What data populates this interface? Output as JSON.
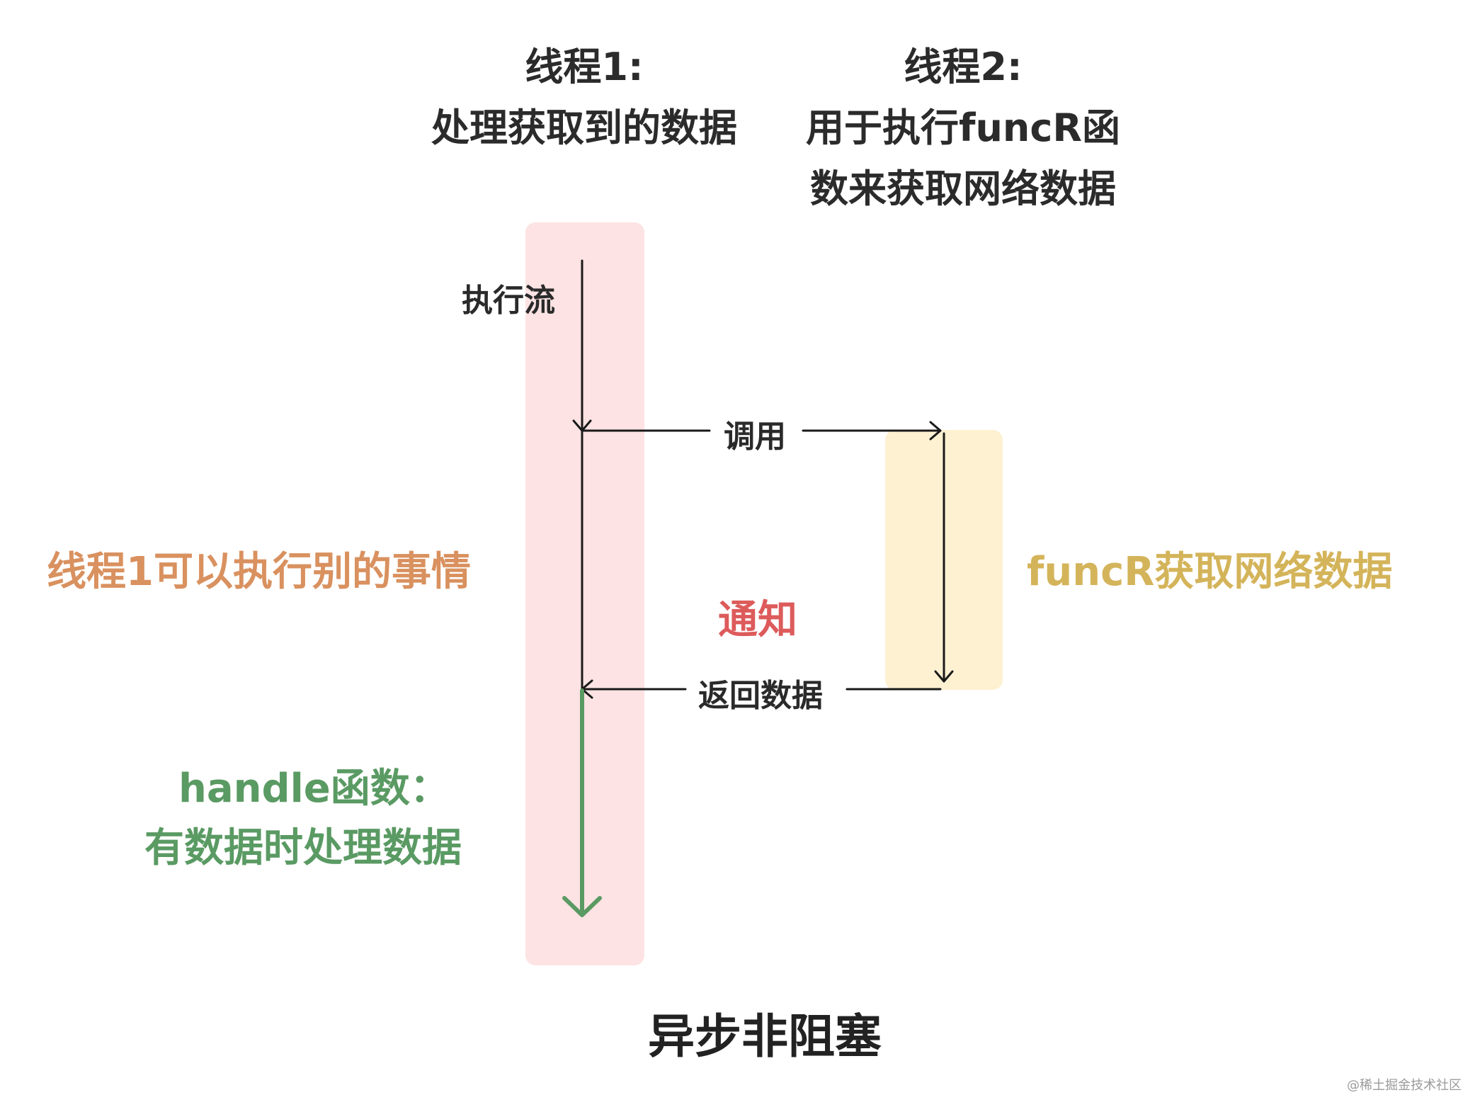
{
  "thread1": {
    "title": "线程1:",
    "desc": "处理获取到的数据"
  },
  "thread2": {
    "title": "线程2:",
    "desc_line1": "用于执行funcR函",
    "desc_line2": "数来获取网络数据"
  },
  "labels": {
    "exec_flow": "执行流",
    "call": "调用",
    "return_data": "返回数据",
    "notify": "通知"
  },
  "side_notes": {
    "thread1_free": "线程1可以执行别的事情",
    "funcR_fetch": "funcR获取网络数据",
    "handle_line1": "handle函数：",
    "handle_line2": "有数据时处理数据"
  },
  "caption": "异步非阻塞",
  "watermark": "@稀土掘金技术社区",
  "colors": {
    "lane1_bg": "#fde3e3",
    "lane2_bg": "#fdf1d2",
    "orange": "#d9915f",
    "gold": "#d4b45a",
    "red": "#dd5b5b",
    "green": "#5a9a63",
    "line": "#1a1a1a"
  }
}
